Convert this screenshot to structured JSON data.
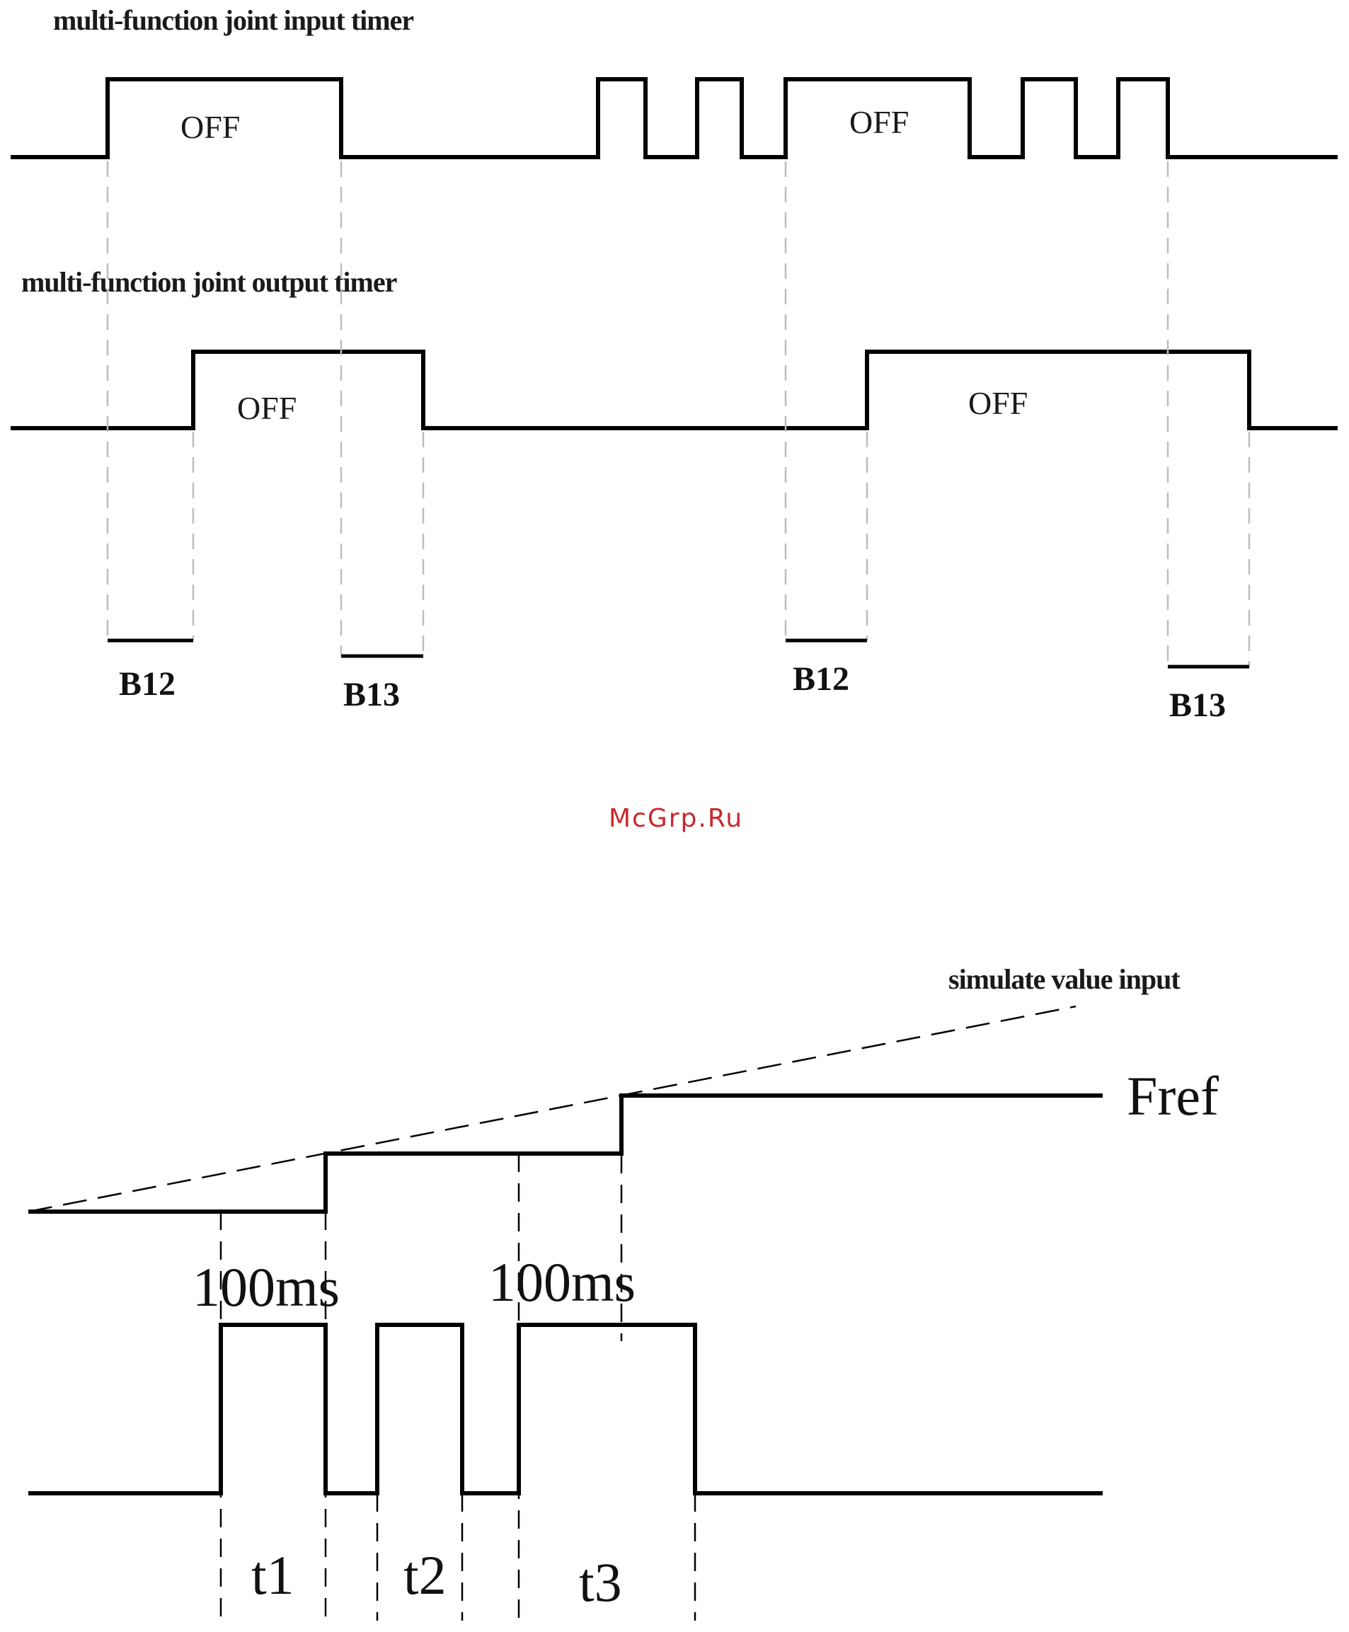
{
  "timing_diagram_1": {
    "input_title": "multi-function joint input timer",
    "output_title": "multi-function joint output timer",
    "input_off_labels": [
      "OFF",
      "OFF"
    ],
    "output_off_labels": [
      "OFF",
      "OFF"
    ],
    "delay_labels": [
      "B12",
      "B13",
      "B12",
      "B13"
    ]
  },
  "watermark": "McGrp.Ru",
  "timing_diagram_2": {
    "ramp_label": "simulate value input",
    "fref_label": "Fref",
    "duration_labels": [
      "100ms",
      "100ms"
    ],
    "interval_labels": [
      "t1",
      "t2",
      "t3"
    ]
  }
}
